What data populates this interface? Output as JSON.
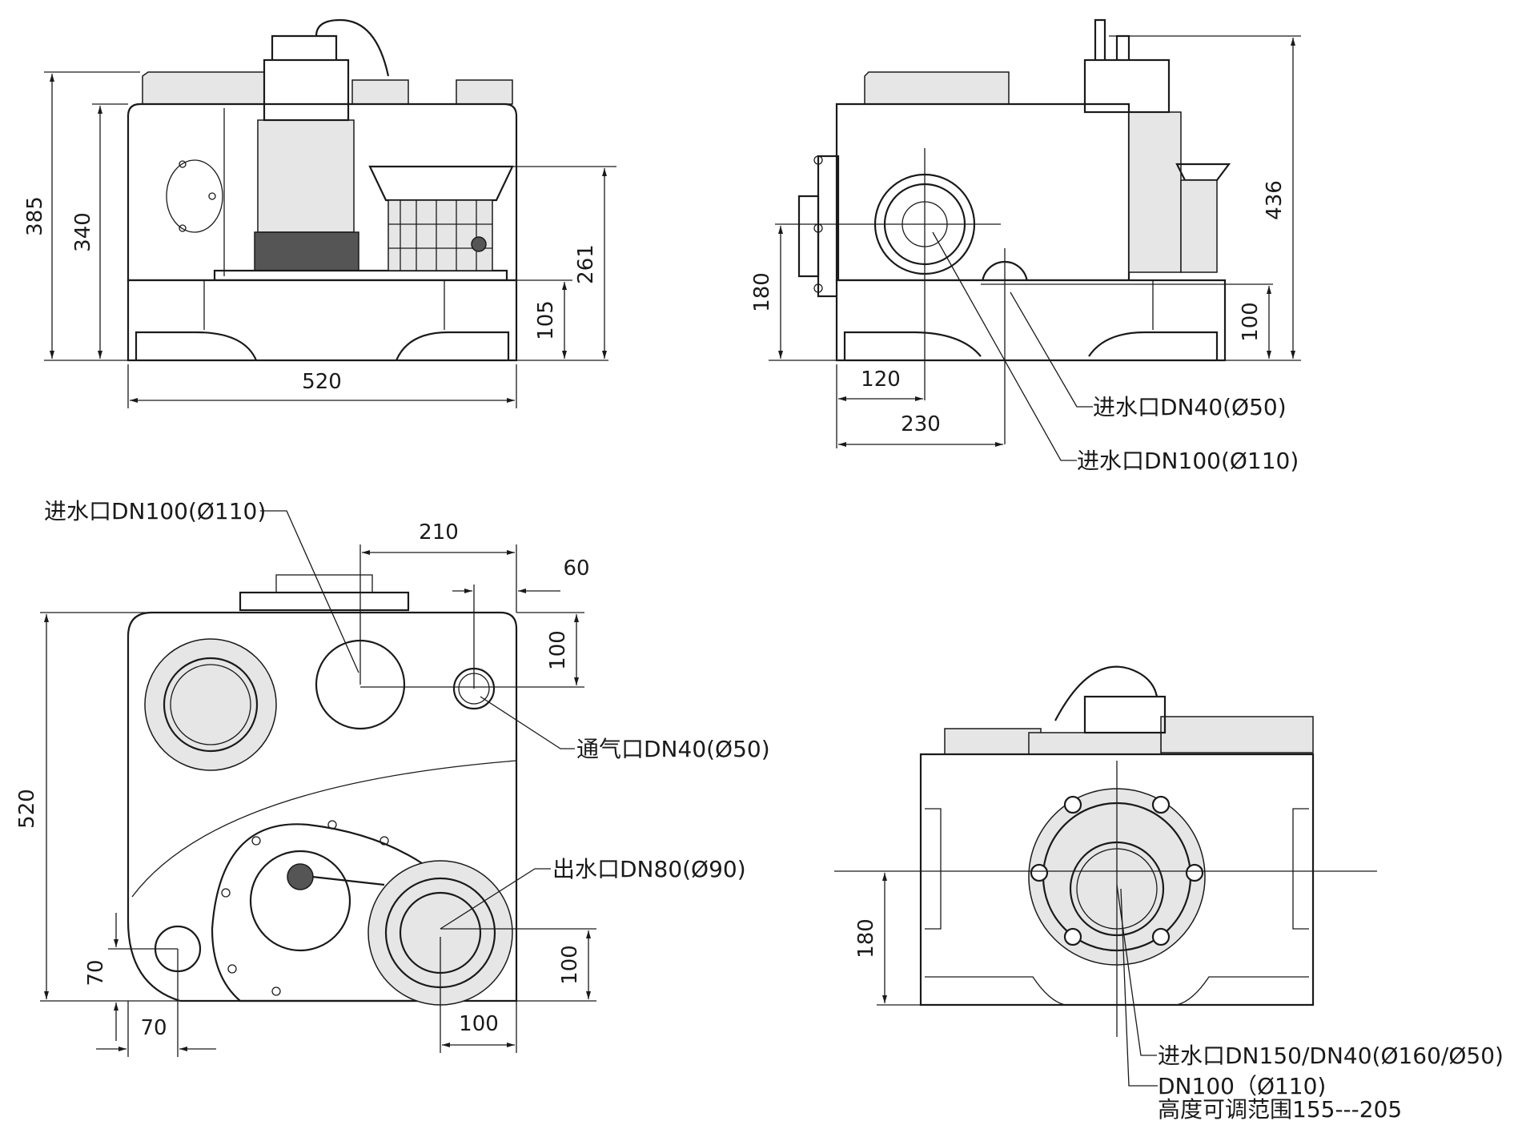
{
  "drawing_title": "Sewage lifting station technical drawing",
  "colors": {
    "line": "#1a1a1a",
    "background": "#ffffff",
    "fill_light": "#e6e6e6"
  },
  "front_view": {
    "dims": {
      "height_total": "385",
      "height_body": "340",
      "height_base": "105",
      "height_outlet": "261",
      "width": "520"
    }
  },
  "side_view": {
    "dims": {
      "inlet_height": "180",
      "side_inlet_height": "100",
      "height_total": "436",
      "offset_120": "120",
      "offset_230": "230"
    },
    "labels": {
      "inlet_dn40": "进水口DN40(Ø50)",
      "inlet_dn100": "进水口DN100(Ø110)"
    }
  },
  "top_view": {
    "dims": {
      "d210": "210",
      "d60": "60",
      "d100_top": "100",
      "height_520": "520",
      "d70_v": "70",
      "d70_h": "70",
      "d100_bottom": "100",
      "d100_right": "100"
    },
    "labels": {
      "inlet_dn100": "进水口DN100(Ø110)",
      "vent_dn40": "通气口DN40(Ø50)",
      "outlet_dn80": "出水口DN80(Ø90)"
    }
  },
  "rear_view": {
    "dims": {
      "height_180": "180"
    },
    "labels": {
      "inlet_dn150": "进水口DN150/DN40(Ø160/Ø50)",
      "inlet_dn100": "DN100（Ø110)",
      "height_range": "高度可调范围155---205"
    }
  }
}
